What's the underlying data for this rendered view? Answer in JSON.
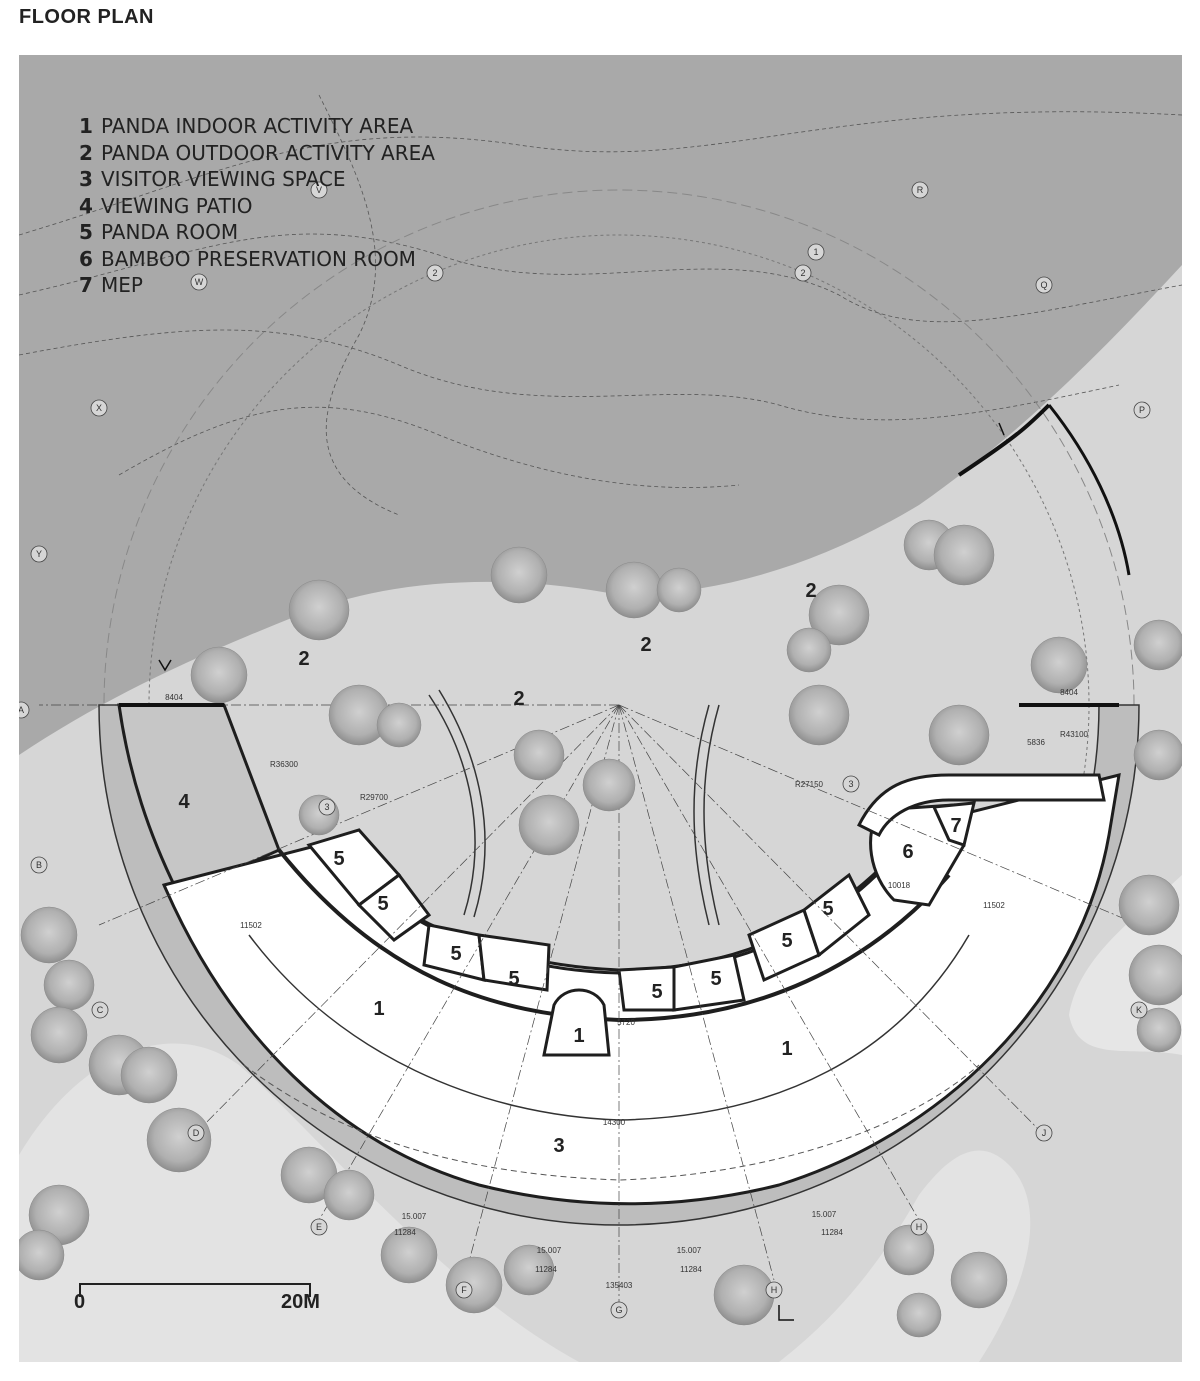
{
  "title": "FLOOR PLAN",
  "legend": [
    {
      "num": "1",
      "label": "PANDA INDOOR ACTIVITY AREA"
    },
    {
      "num": "2",
      "label": "PANDA OUTDOOR ACTIVITY AREA"
    },
    {
      "num": "3",
      "label": "VISITOR VIEWING SPACE"
    },
    {
      "num": "4",
      "label": "VIEWING PATIO"
    },
    {
      "num": "5",
      "label": "PANDA ROOM"
    },
    {
      "num": "6",
      "label": "BAMBOO PRESERVATION ROOM"
    },
    {
      "num": "7",
      "label": "MEP"
    }
  ],
  "room_labels": {
    "r1a": "1",
    "r1b": "1",
    "r1c": "1",
    "r2a": "2",
    "r2b": "2",
    "r2c": "2",
    "r2d": "2",
    "r3": "3",
    "r4": "4",
    "r5a": "5",
    "r5b": "5",
    "r5c": "5",
    "r5d": "5",
    "r5e": "5",
    "r5f": "5",
    "r5g": "5",
    "r5h": "5",
    "r6": "6",
    "r7": "7"
  },
  "grid_markers": {
    "V": "V",
    "W": "W",
    "X": "X",
    "Y": "Y",
    "A": "A",
    "B": "B",
    "C": "C",
    "D": "D",
    "E": "E",
    "F": "F",
    "G": "G",
    "H": "H",
    "HH": "H",
    "J": "J",
    "K": "K",
    "P": "P",
    "Q": "Q",
    "R": "R",
    "g1": "1",
    "g2": "2",
    "g2b": "2",
    "g3a": "3",
    "g3b": "3"
  },
  "dimensions": {
    "d8404a": "8404",
    "d8404b": "8404",
    "r36300": "R36300",
    "r29700": "R29700",
    "r27150": "R27150",
    "r43100": "R43100",
    "d5836": "5836",
    "d10018": "10018",
    "d11502": "11502",
    "d11502b": "11502",
    "d14300": "14300",
    "d5720": "5720",
    "d135403": "135403",
    "d15007a": "15.007",
    "d15007b": "15.007",
    "d15007c": "15.007",
    "d15007d": "15.007",
    "d11284a": "11284",
    "d11284b": "11284",
    "d11284c": "11284",
    "d11284d": "11284"
  },
  "scale": {
    "start": "0",
    "end": "20M"
  },
  "colors": {
    "ground": "#d6d6d6",
    "building": "#ffffff",
    "upper_area": "#a9a9a9",
    "walls": "#1e1e1e",
    "trees": "#b8b8b8",
    "ring": "#bdbdbd"
  }
}
